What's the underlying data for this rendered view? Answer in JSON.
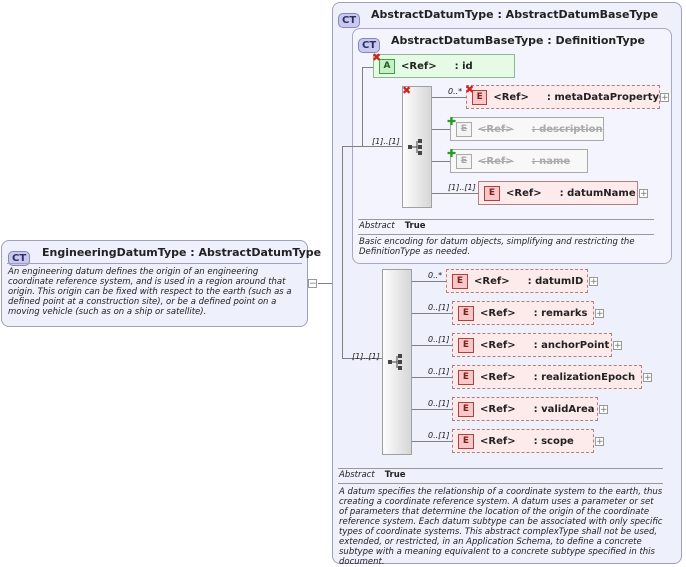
{
  "badges": {
    "ct": "CT",
    "element": "E",
    "attribute": "A"
  },
  "main_type": {
    "title": "EngineeringDatumType : AbstractDatumType",
    "description": "An engineering datum defines the origin of an engineering coordinate reference system, and is used in a region around that origin. This origin can be fixed with respect to the earth (such as a defined point at a construction site), or be a defined point on a moving vehicle (such as on a ship or satellite)."
  },
  "abstract_datum_type": {
    "title": "AbstractDatumType : AbstractDatumBaseType",
    "abstract_label": "Abstract",
    "abstract_value": "True",
    "description": "A datum specifies the relationship of a coordinate system to the earth, thus creating a coordinate reference system. A datum uses a parameter or set of parameters that determine the location of the origin of the coordinate reference system. Each datum subtype can be associated with only specific types of coordinate systems. This abstract complexType shall not be used, extended, or restricted, in an Application Schema, to define a concrete subtype with a meaning equivalent to a concrete subtype specified in this document."
  },
  "abstract_datum_base_type": {
    "title": "AbstractDatumBaseType : DefinitionType",
    "abstract_label": "Abstract",
    "abstract_value": "True",
    "description": "Basic encoding for datum objects, simplifying and restricting the DefinitionType as needed.",
    "attribute": {
      "ref": "<Ref>",
      "name": ": id"
    },
    "sequence_multiplicity": "[1]..[1]",
    "elements": [
      {
        "mult": "0..*",
        "ref": "<Ref>",
        "name": ": metaDataProperty"
      },
      {
        "mult": "",
        "ref": "<Ref>",
        "name": ": description"
      },
      {
        "mult": "",
        "ref": "<Ref>",
        "name": ": name"
      },
      {
        "mult": "[1]..[1]",
        "ref": "<Ref>",
        "name": ": datumName"
      }
    ]
  },
  "outer_sequence": {
    "multiplicity": "[1]..[1]",
    "elements": [
      {
        "mult": "0..*",
        "ref": "<Ref>",
        "name": ": datumID"
      },
      {
        "mult": "0..[1]",
        "ref": "<Ref>",
        "name": ": remarks"
      },
      {
        "mult": "0..[1]",
        "ref": "<Ref>",
        "name": ": anchorPoint"
      },
      {
        "mult": "0..[1]",
        "ref": "<Ref>",
        "name": ": realizationEpoch"
      },
      {
        "mult": "0..[1]",
        "ref": "<Ref>",
        "name": ": validArea"
      },
      {
        "mult": "0..[1]",
        "ref": "<Ref>",
        "name": ": scope"
      }
    ]
  }
}
